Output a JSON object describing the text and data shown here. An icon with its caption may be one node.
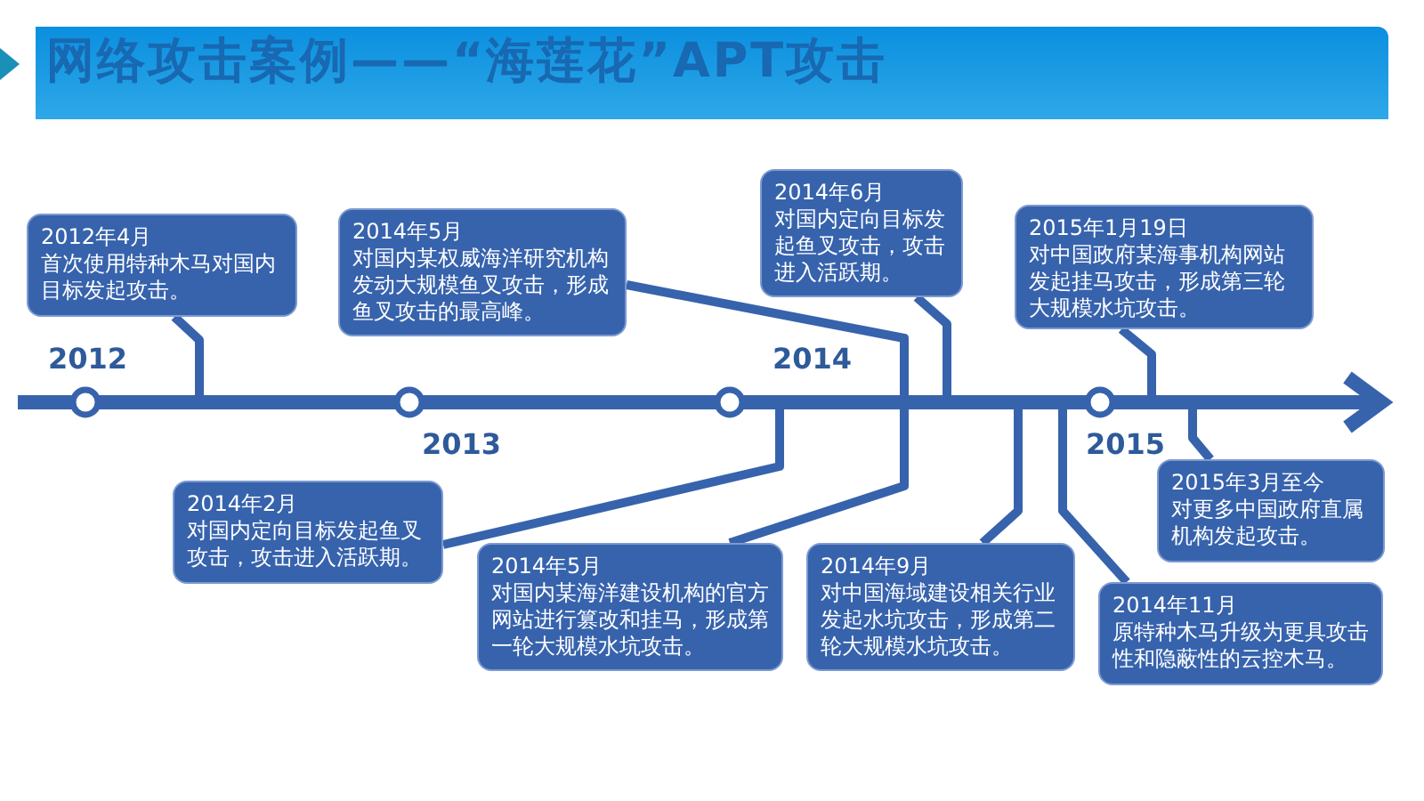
{
  "diagram": {
    "title": "网络攻击案例——“海莲花”APT攻击",
    "nodes": [
      {
        "text": [
          "2012年4月",
          "首次使用特种木马对国内目标发起攻击。"
        ]
      },
      {
        "text": [
          "2014年5月",
          "对国内某权威海洋研究机构发动大规模鱼叉攻击，形成鱼叉攻击的最高峰。"
        ]
      },
      {
        "text": [
          "2014年6月",
          "对国内定向目标发起鱼叉攻击，攻击进入活跃期。"
        ]
      },
      {
        "text": [
          "2015年1月19日",
          "对中国政府某海事机构网站发起挂马攻击，形成第三轮大规模水坑攻击。"
        ]
      },
      {
        "text": [
          "2014年2月",
          "对国内定向目标发起鱼叉攻击，攻击进入活跃期。"
        ]
      },
      {
        "text": [
          "2014年5月",
          "对国内某海洋建设机构的官方网站进行篡改和挂马，形成第一轮大规模水坑攻击。"
        ]
      },
      {
        "text": [
          "2014年9月",
          "对中国海域建设相关行业发起水坑攻击，形成第二轮大规模水坑攻击。"
        ]
      },
      {
        "text": [
          "2015年3月至今",
          "对更多中国政府直属机构发起攻击。"
        ]
      },
      {
        "text": [
          "2014年11月",
          "原特种木马升级为更具攻击性和隐蔽性的云控木马。"
        ]
      }
    ],
    "edges": [
      {
        "from": 0,
        "to": null,
        "arrow": "none"
      },
      {
        "from": 1,
        "to": null,
        "arrow": "none"
      },
      {
        "from": 2,
        "to": null,
        "arrow": "none"
      },
      {
        "from": 3,
        "to": null,
        "arrow": "none"
      },
      {
        "from": 4,
        "to": null,
        "arrow": "none"
      },
      {
        "from": 5,
        "to": null,
        "arrow": "none"
      },
      {
        "from": 6,
        "to": null,
        "arrow": "none"
      },
      {
        "from": 7,
        "to": null,
        "arrow": "none"
      },
      {
        "from": 8,
        "to": null,
        "arrow": "none"
      }
    ],
    "labels": [
      "2012",
      "2013",
      "2014",
      "2015"
    ]
  }
}
